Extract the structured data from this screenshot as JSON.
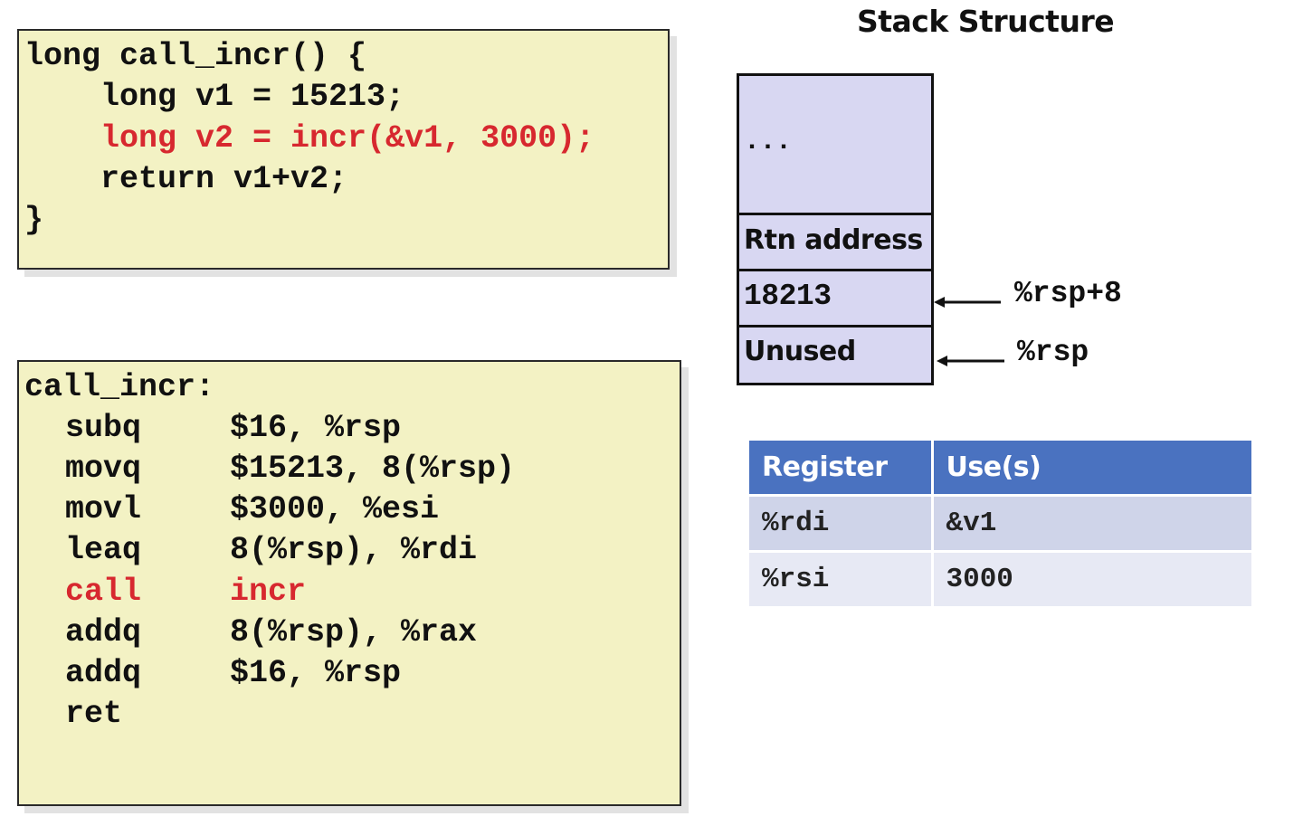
{
  "c_code": {
    "lines": [
      "long call_incr() {",
      "    long v1 = 15213;",
      "    long v2 = incr(&v1, 3000);",
      "    return v1+v2;",
      "}"
    ]
  },
  "asm_code": {
    "label": "call_incr:",
    "instructions": [
      {
        "op": "subq",
        "args": "$16, %rsp"
      },
      {
        "op": "movq",
        "args": "$15213, 8(%rsp)"
      },
      {
        "op": "movl",
        "args": "$3000, %esi"
      },
      {
        "op": "leaq",
        "args": "8(%rsp), %rdi"
      },
      {
        "op": "call",
        "args": "incr"
      },
      {
        "op": "addq",
        "args": "8(%rsp), %rax"
      },
      {
        "op": "addq",
        "args": "$16, %rsp"
      },
      {
        "op": "ret",
        "args": ""
      }
    ]
  },
  "stack": {
    "title": "Stack Structure",
    "cells": [
      "...",
      "Rtn address",
      "18213",
      "Unused"
    ],
    "pointers": [
      "%rsp+8",
      "%rsp"
    ]
  },
  "register_table": {
    "headers": [
      "Register",
      "Use(s)"
    ],
    "rows": [
      [
        "%rdi",
        "&v1"
      ],
      [
        "%rsi",
        "3000"
      ]
    ]
  },
  "colors": {
    "highlight": "#d7282f",
    "code_bg": "#f3f2c4",
    "stack_bg": "#d8d7f2",
    "table_header": "#4a72c0"
  }
}
